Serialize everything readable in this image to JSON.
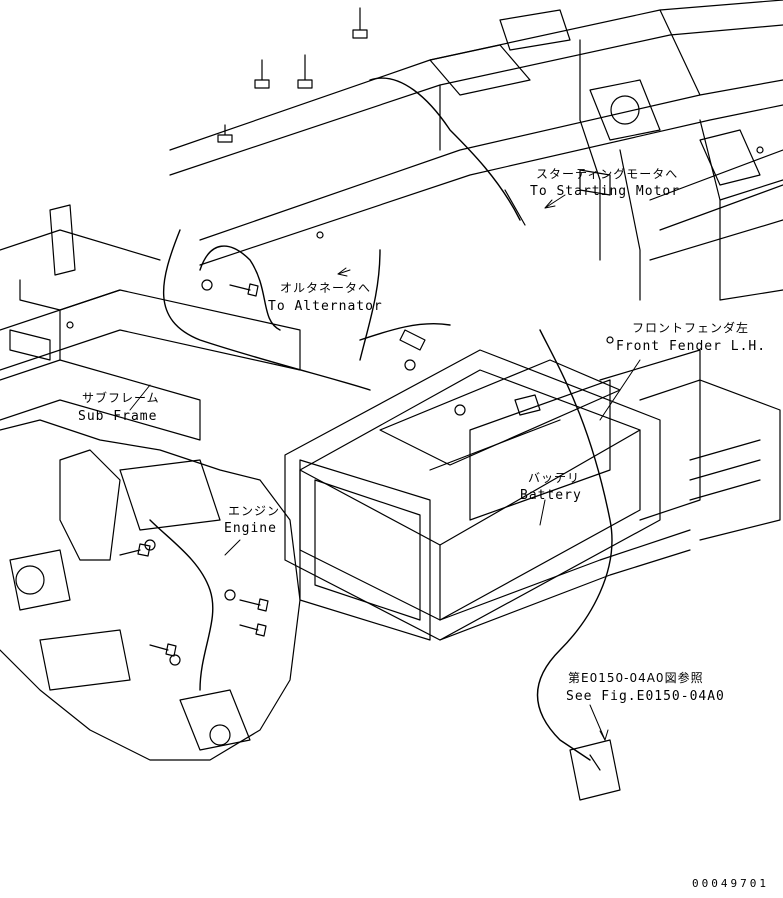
{
  "labels": {
    "starting_motor": {
      "jp": "スターティングモータへ",
      "en": "To Starting Motor"
    },
    "alternator": {
      "jp": "オルタネータへ",
      "en": "To Alternator"
    },
    "front_fender": {
      "jp": "フロントフェンダ左",
      "en": "Front Fender L.H."
    },
    "sub_frame": {
      "jp": "サブフレーム",
      "en": "Sub Frame"
    },
    "battery": {
      "jp": "バッテリ",
      "en": "Battery"
    },
    "engine": {
      "jp": "エンジン",
      "en": "Engine"
    },
    "see_fig": {
      "jp": "第E0150-04A0図参照",
      "en": "See Fig.E0150-04A0"
    }
  },
  "serial_number": "00049701"
}
